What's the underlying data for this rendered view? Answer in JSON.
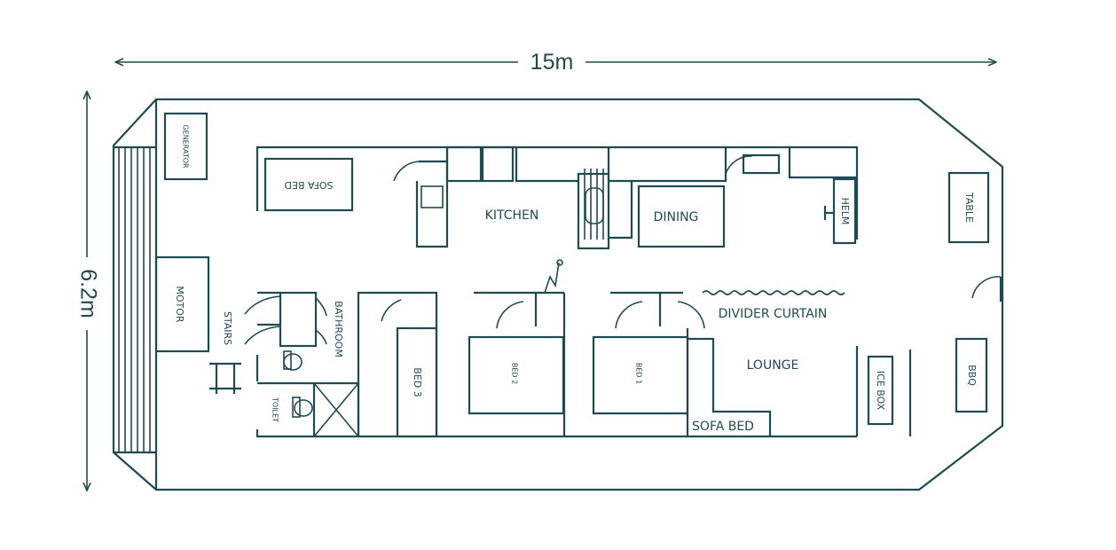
{
  "dimensions": {
    "width": "15m",
    "height": "6.2m"
  },
  "rooms": {
    "generator": "GENERATOR",
    "sofa_bed_top": "SOFA BED",
    "kitchen": "KITCHEN",
    "dining": "DINING",
    "helm": "HELM",
    "table": "TABLE",
    "motor": "MOTOR",
    "stairs": "STAIRS",
    "bathroom": "BATHROOM",
    "toilet": "TOILET",
    "bed3": "BED 3",
    "bed2": "BED 2",
    "bed1": "BED 1",
    "divider_curtain": "DIVIDER CURTAIN",
    "lounge": "LOUNGE",
    "sofa_bed_bottom": "SOFA BED",
    "ice_box": "ICE BOX",
    "bbq": "BBQ"
  },
  "colors": {
    "line": "#1f4a50",
    "background": "#ffffff"
  }
}
